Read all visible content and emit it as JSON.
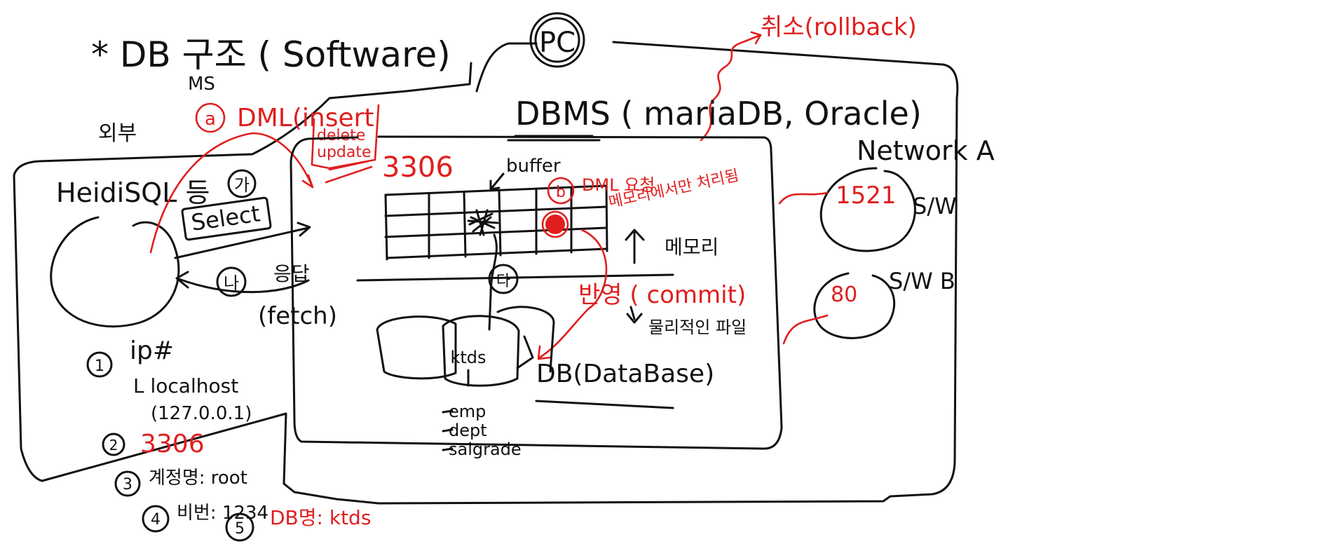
{
  "colors": {
    "ink": "#111111",
    "accent_red": "#e01e1e",
    "background": "#ffffff"
  },
  "title": "* DB 구조 ( Software)",
  "title_sub": "MS",
  "pc_label": "PC",
  "rollback_label": "취소(rollback)",
  "outside_label": "외부",
  "client": {
    "name": "HeidiSQL 등",
    "step_ga": "가",
    "select_label": "Select",
    "step_na": "나",
    "response_label": "응답",
    "fetch_label": "(fetch)"
  },
  "dml": {
    "marker": "a",
    "label": "DML(insert",
    "lines": [
      "delete",
      "update"
    ]
  },
  "port_main": "3306",
  "dbms_label": "DBMS ( mariaDB, Oracle)",
  "buffer_label": "buffer",
  "dml_memory": {
    "marker": "b",
    "line1": "DML 요청",
    "line2": "메모리에서만 처리됨"
  },
  "memory_label": "메모리",
  "step_da": "다",
  "commit_label": "반영 ( commit)",
  "physical_file_label": "물리적인 파일",
  "db_label": "DB(DataBase)",
  "db_name": "ktds",
  "tables": [
    "emp",
    "dept",
    "salgrade"
  ],
  "connection_info": [
    {
      "num": "1",
      "text": "ip#"
    },
    {
      "num": "",
      "text": "L localhost"
    },
    {
      "num": "",
      "text": "(127.0.0.1)"
    },
    {
      "num": "2",
      "text": "3306"
    },
    {
      "num": "3",
      "text": "계정명: root"
    },
    {
      "num": "4",
      "text": "비번: 1234"
    },
    {
      "num": "5",
      "text": "DB명: ktds"
    }
  ],
  "network": {
    "title": "Network A",
    "port_a": "1521",
    "sw_a": "S/W",
    "port_b": "80",
    "sw_b": "S/W B"
  }
}
